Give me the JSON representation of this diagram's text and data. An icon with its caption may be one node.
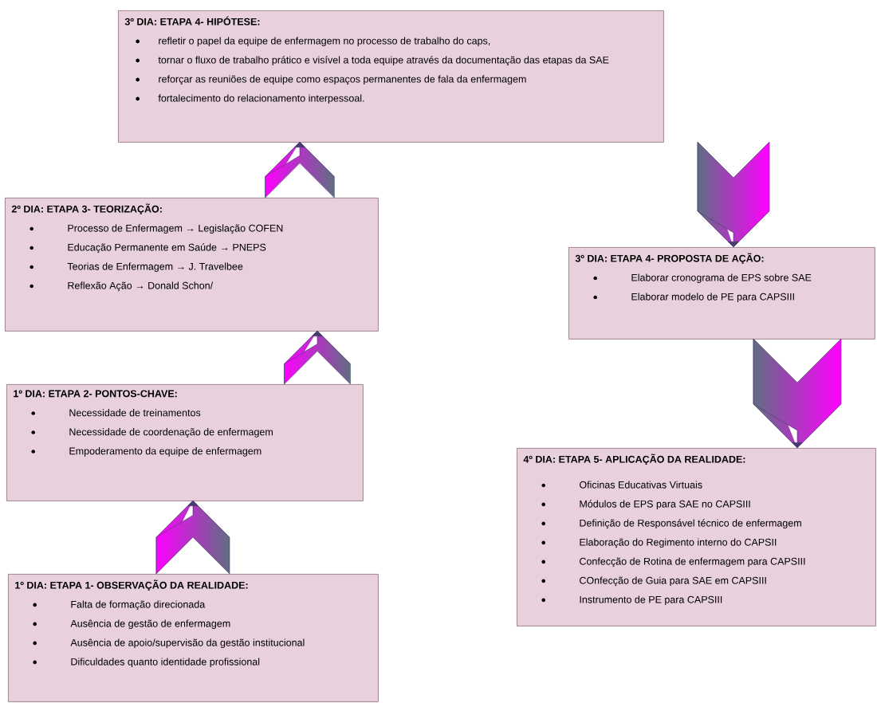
{
  "diagram": {
    "nodes": [
      {
        "text": [
          "3º DIA: ETAPA 4- HIPÓTESE:",
          "refletir o papel da equipe de enfermagem no processo de trabalho do caps,",
          "tornar o fluxo de trabalho prático e visível a toda equipe através da documentação das etapas da SAE",
          "reforçar as reuniões de equipe como espaços permanentes de fala da enfermagem",
          "fortalecimento do relacionamento interpessoal."
        ]
      },
      {
        "text": [
          "2º DIA: ETAPA 3- TEORIZAÇÃO:",
          "Processo de Enfermagem → Legislação COFEN",
          "Educação Permanente em Saúde → PNEPS",
          "Teorias de Enfermagem → J. Travelbee",
          "Reflexão Ação → Donald Schon/"
        ]
      },
      {
        "text": [
          "3º DIA: ETAPA 4- PROPOSTA DE AÇÃO:",
          "Elaborar cronograma de EPS sobre SAE",
          "Elaborar modelo de PE para CAPSIII"
        ]
      },
      {
        "text": [
          "1º DIA:  ETAPA 2- PONTOS-CHAVE:",
          "Necessidade de treinamentos",
          "Necessidade de coordenação de enfermagem",
          "Empoderamento da equipe de enfermagem"
        ]
      },
      {
        "text": [
          "4º DIA: ETAPA 5- APLICAÇÃO DA REALIDADE:",
          "Oficinas Educativas Virtuais",
          "Módulos de EPS para SAE no CAPSIII",
          "Definição de Responsável técnico de enfermagem",
          "Elaboração do Regimento interno do CAPSII",
          "Confecção de Rotina de enfermagem para CAPSIII",
          "COnfecção de Guia para SAE em CAPSIII",
          "Instrumento de PE para CAPSIII"
        ]
      },
      {
        "text": [
          "1º DIA: ETAPA 1- OBSERVAÇÃO DA REALIDADE:",
          "Falta de formação direcionada",
          "Ausência de gestão de enfermagem",
          "Ausência de apoio/supervisão da gestão institucional",
          "Dificuldades quanto identidade profissional"
        ]
      }
    ],
    "edges": [
      {
        "from": 5,
        "to": 3,
        "arrow": "to"
      },
      {
        "from": 3,
        "to": 1,
        "arrow": "to"
      },
      {
        "from": 1,
        "to": 0,
        "arrow": "to"
      },
      {
        "from": 0,
        "to": 2,
        "arrow": "to"
      },
      {
        "from": 2,
        "to": 4,
        "arrow": "to"
      }
    ]
  }
}
